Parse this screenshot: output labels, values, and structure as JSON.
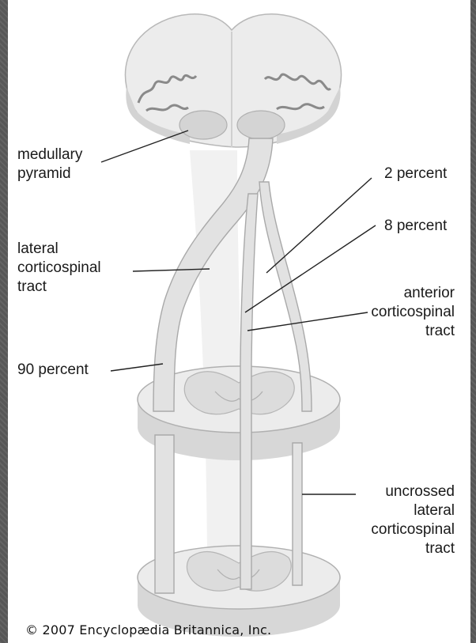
{
  "labels": {
    "medullary_pyramid": [
      "medullary",
      "pyramid"
    ],
    "lateral_corticospinal_tract": [
      "lateral",
      "corticospinal",
      "tract"
    ],
    "ninety_percent": "90 percent",
    "two_percent": "2 percent",
    "eight_percent": "8 percent",
    "anterior_corticospinal_tract": [
      "anterior",
      "corticospinal",
      "tract"
    ],
    "uncrossed_lateral_corticospinal_tract": [
      "uncrossed",
      "lateral",
      "corticospinal",
      "tract"
    ]
  },
  "copyright": "© 2007 Encyclopædia Britannica, Inc.",
  "colors": {
    "tissue": "#e8e8e8",
    "tissue_shade": "#c9c9c9",
    "outline": "#9a9a9a",
    "leader": "#222222"
  }
}
